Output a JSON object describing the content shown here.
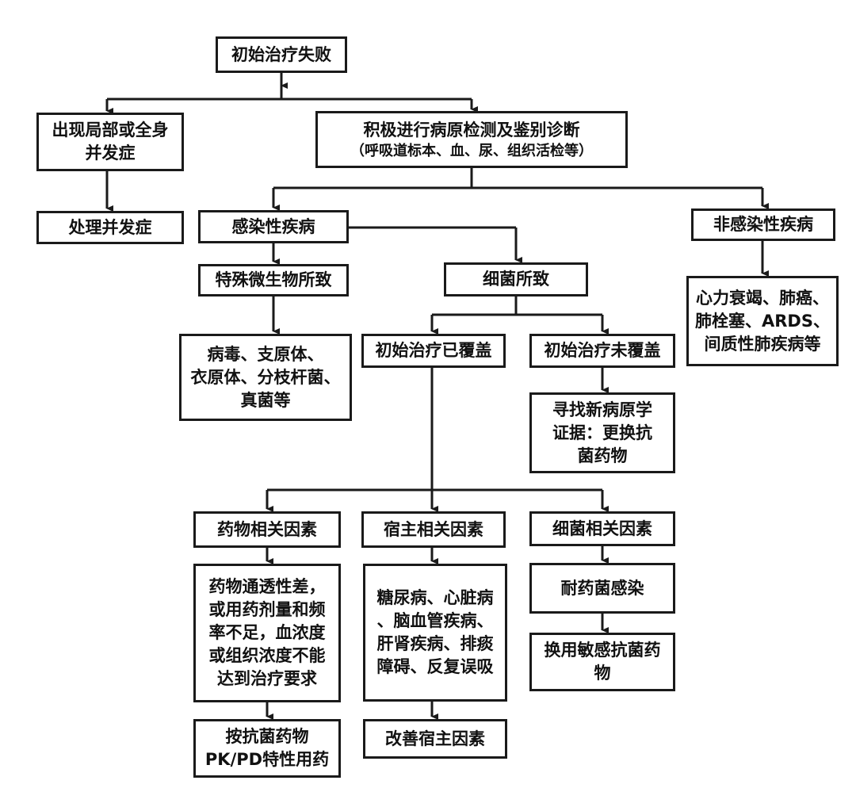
{
  "nodes": {
    "initial_failure": "初始治疗失败",
    "complications": "出现局部或全身\n并发症",
    "handle_complications": "处理并发症",
    "pathogen_diagnosis": "积极进行病原检测及鉴别诊断",
    "pathogen_diagnosis_note": "（呼吸道标本、血、尿、组织活检等）",
    "infectious": "感染性疾病",
    "noninfectious": "非感染性疾病",
    "noninfectious_examples": "心力衰竭、肺癌、\n肺栓塞、ARDS、\n间质性肺疾病等",
    "special_microbe": "特殊微生物所致",
    "special_microbe_examples": "病毒、支原体、\n衣原体、分枝杆菌、\n真菌等",
    "bacterial": "细菌所致",
    "covered": "初始治疗已覆盖",
    "not_covered": "初始治疗未覆盖",
    "not_covered_action": "寻找新病原学\n证据：更换抗\n菌药物",
    "drug_factors": "药物相关因素",
    "host_factors": "宿主相关因素",
    "bacteria_factors": "细菌相关因素",
    "drug_factors_detail": "药物通透性差，\n或用药剂量和频\n率不足，血浓度\n或组织浓度不能\n达到治疗要求",
    "host_factors_detail": "糖尿病、心脏病\n、脑血管疾病、\n肝肾疾病、排痰\n障碍、反复误吸",
    "resistant_infection": "耐药菌感染",
    "pkpd_dosing": "按抗菌药物\nPK/PD特性用药",
    "improve_host": "改善宿主因素",
    "switch_sensitive": "换用敏感抗菌药\n物"
  }
}
